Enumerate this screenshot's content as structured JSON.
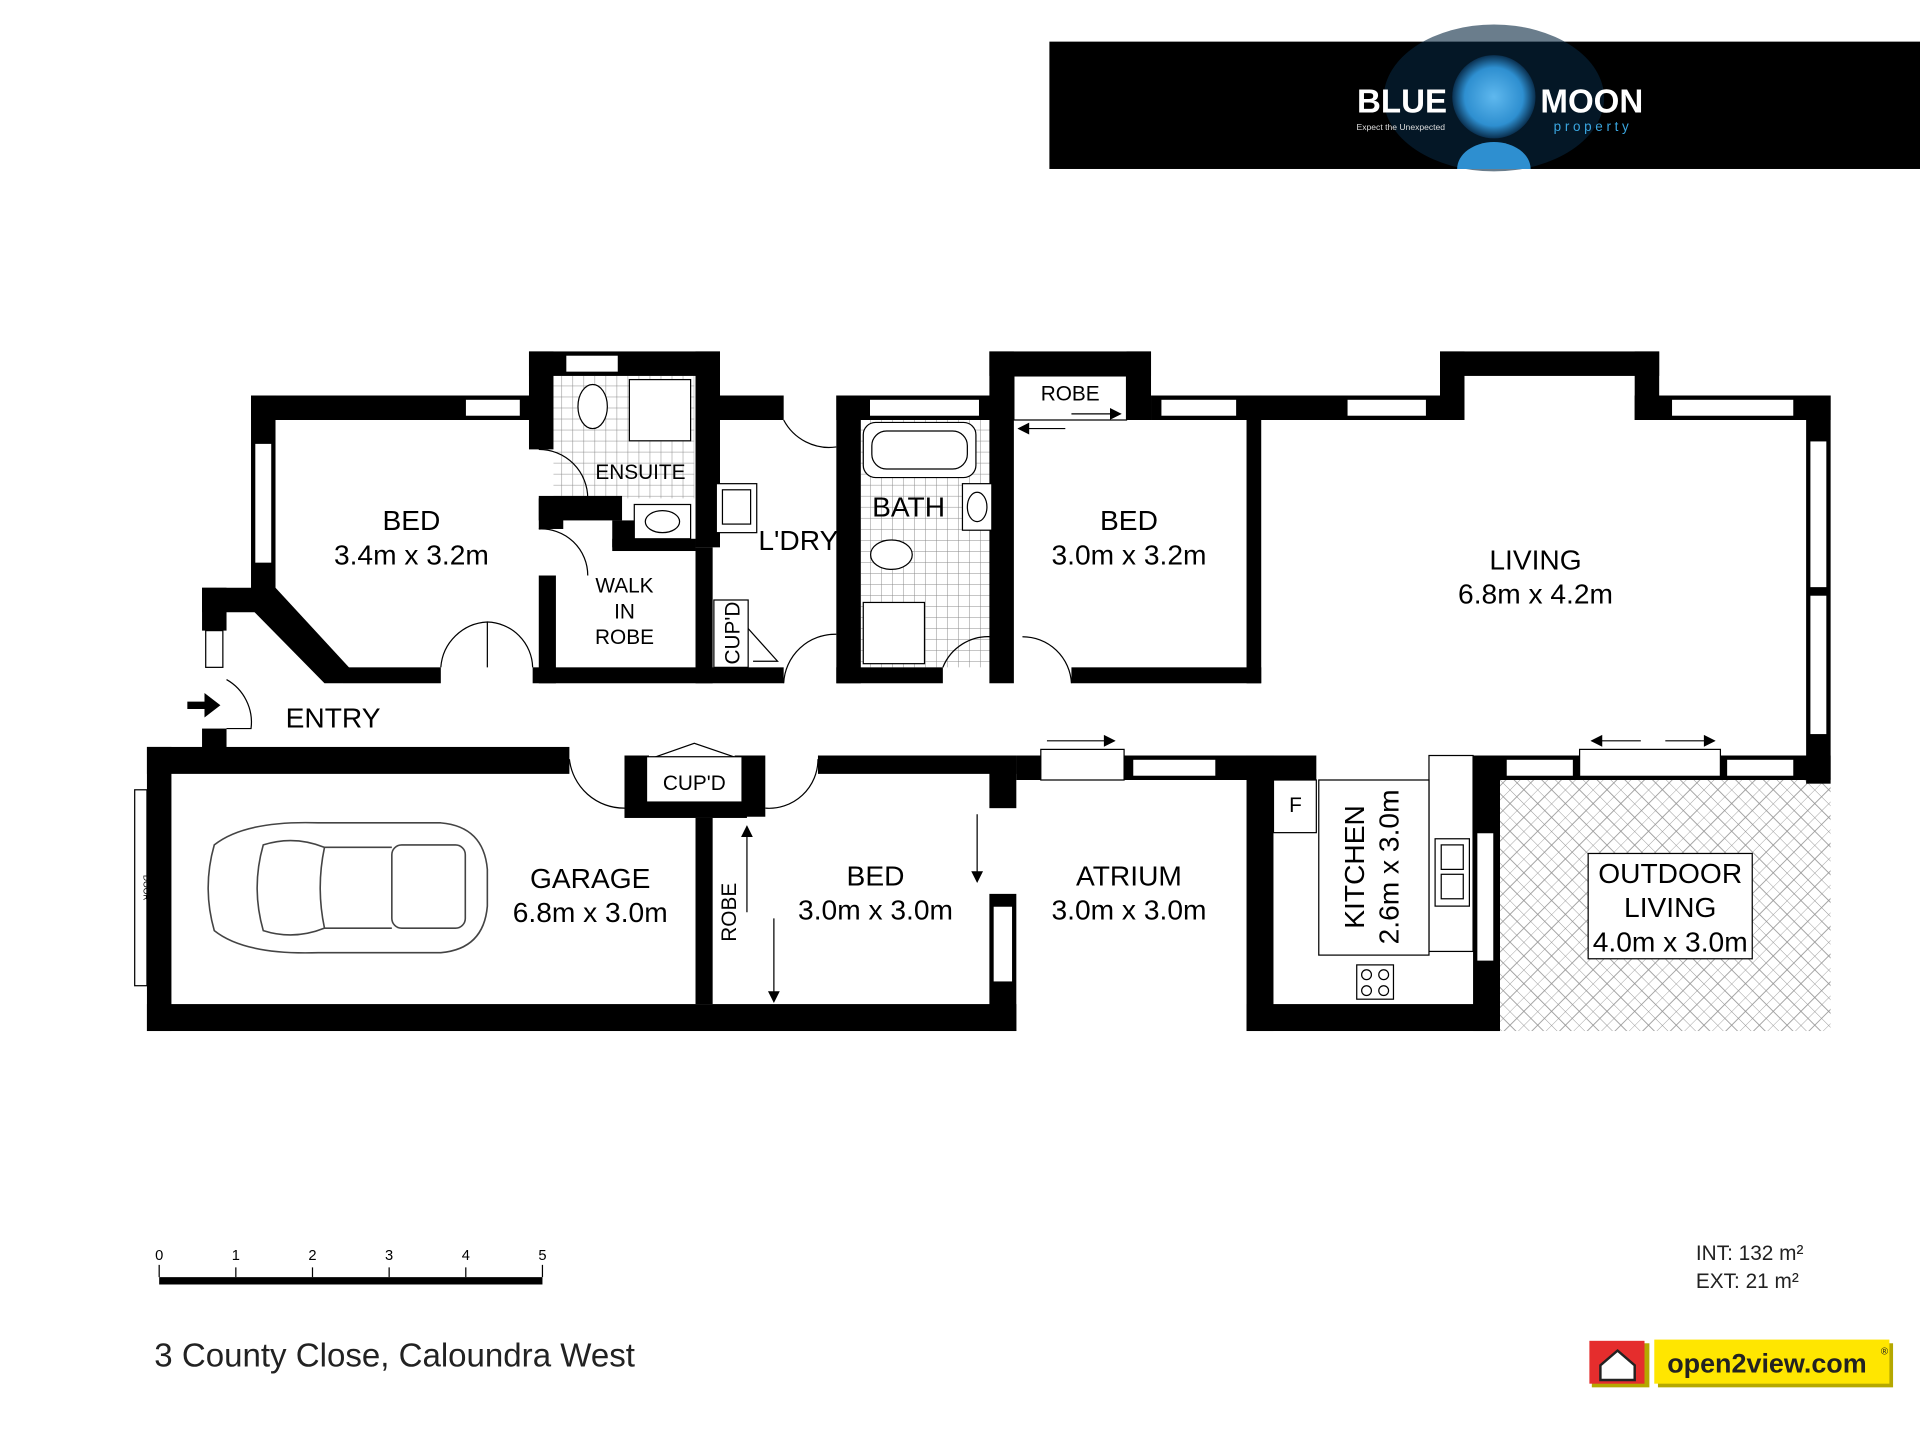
{
  "banner": {
    "brand_left": "BLUE",
    "brand_right": "MOON",
    "tagline": "Expect the Unexpected",
    "subbrand": "property",
    "bg_color": "#000000",
    "accent_color": "#3aa6e0"
  },
  "rooms": {
    "bed1": {
      "name": "BED",
      "size": "3.4m x 3.2m"
    },
    "ensuite": {
      "name": "ENSUITE"
    },
    "walk_in_robe": {
      "line1": "WALK",
      "line2": "IN",
      "line3": "ROBE"
    },
    "laundry": {
      "name": "L'DRY"
    },
    "cupd1": {
      "name": "CUP'D"
    },
    "bath": {
      "name": "BATH"
    },
    "robe_top": {
      "name": "ROBE"
    },
    "bed2": {
      "name": "BED",
      "size": "3.0m x 3.2m"
    },
    "living": {
      "name": "LIVING",
      "size": "6.8m x 4.2m"
    },
    "entry": {
      "name": "ENTRY"
    },
    "cupd2": {
      "name": "CUP'D"
    },
    "garage": {
      "name": "GARAGE",
      "size": "6.8m x 3.0m",
      "door_label": "DOOR"
    },
    "robe_bottom": {
      "name": "ROBE"
    },
    "bed3": {
      "name": "BED",
      "size": "3.0m x 3.0m"
    },
    "atrium": {
      "name": "ATRIUM",
      "size": "3.0m x 3.0m"
    },
    "kitchen": {
      "name": "KITCHEN",
      "size": "2.6m x 3.0m",
      "fridge": "F"
    },
    "outdoor": {
      "line1": "OUTDOOR",
      "line2": "LIVING",
      "size": "4.0m x 3.0m"
    }
  },
  "scale_bar": {
    "ticks": [
      "0",
      "1",
      "2",
      "3",
      "4",
      "5"
    ]
  },
  "address": "3 County Close, Caloundra West",
  "areas": {
    "internal": "INT: 132 m²",
    "external": "EXT: 21 m²"
  },
  "footer_logo": {
    "text": "open2view.com",
    "reg": "®",
    "bg_color": "#ffe600",
    "icon_color": "#e52d2d"
  }
}
